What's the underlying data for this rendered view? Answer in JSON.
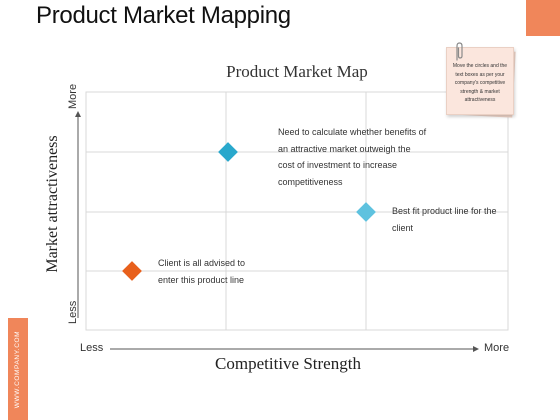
{
  "slide": {
    "title": "Product Market Mapping",
    "footer_text": "WWW.COMPANY.COM",
    "accent_color": "#f0865a"
  },
  "diagram": {
    "title": "Product Market Map",
    "y_axis_label": "Market attractiveness",
    "x_axis_label": "Competitive Strength",
    "y_axis_top": "More",
    "y_axis_bottom": "Less",
    "x_axis_left": "Less",
    "x_axis_right": "More",
    "points": [
      {
        "label": "Need to calculate whether benefits of an attractive market outweigh the cost of investment to increase competitiveness",
        "color": "#29a8cc"
      },
      {
        "label": "Best fit product line for the client",
        "color": "#5ec2df"
      },
      {
        "label": "Client is all advised to enter this product line",
        "color": "#e8601c"
      }
    ]
  },
  "sticky_note": {
    "text": "Move the circles and the text boxes as per your company's competitive strength & market attractiveness",
    "icon": "paperclip-icon"
  }
}
